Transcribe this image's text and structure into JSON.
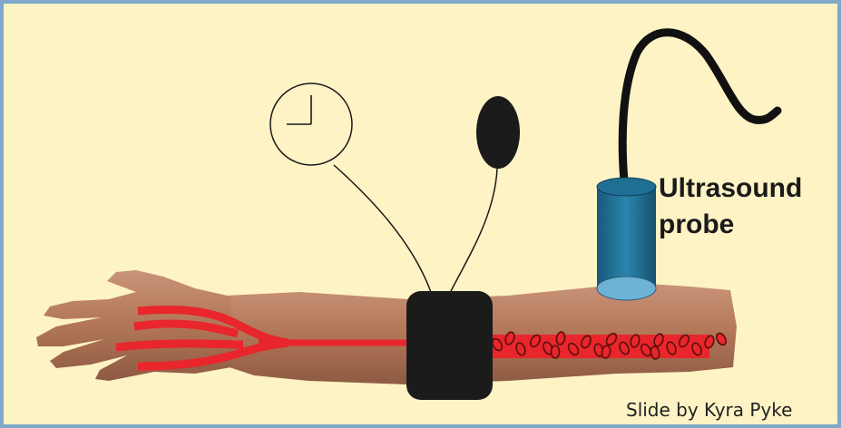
{
  "labels": {
    "probe_line1": "Ultrasound",
    "probe_line2": "probe",
    "credit": "Slide by Kyra Pyke"
  },
  "colors": {
    "background": "#fdf3c4",
    "border": "#7fa8c9",
    "artery": "#e8262b",
    "cuff": "#1b1b1b",
    "probe_body": "#1f6f93",
    "probe_tip": "#6db3d6",
    "skin": "#b57c5f"
  },
  "icons": [
    "clock-icon",
    "pressure-bulb-icon",
    "blood-cell-icon"
  ]
}
